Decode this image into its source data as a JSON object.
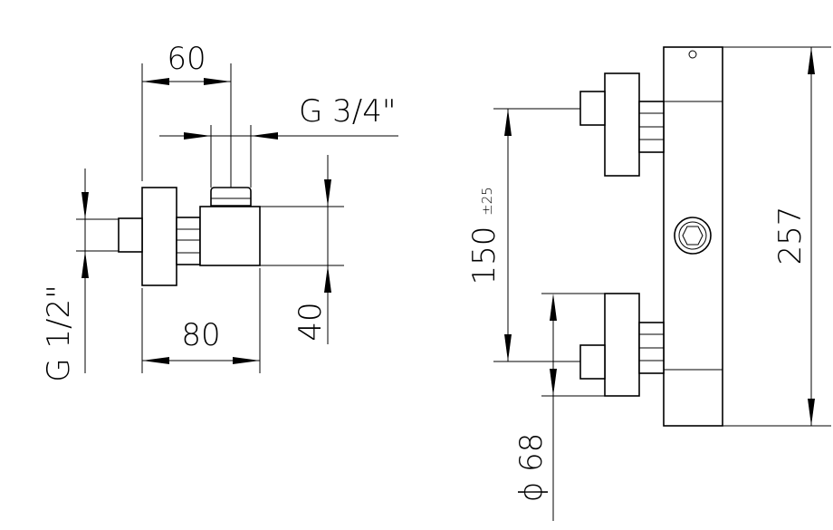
{
  "dimensions": {
    "width_top": "60",
    "thread_outlet": "G 3/4\"",
    "thread_inlet": "G 1/2\"",
    "width_bottom": "80",
    "height_body": "40",
    "centers": "150",
    "centers_tolerance": "±25",
    "overall_length": "257",
    "escutcheon_diameter": "ϕ 68"
  }
}
